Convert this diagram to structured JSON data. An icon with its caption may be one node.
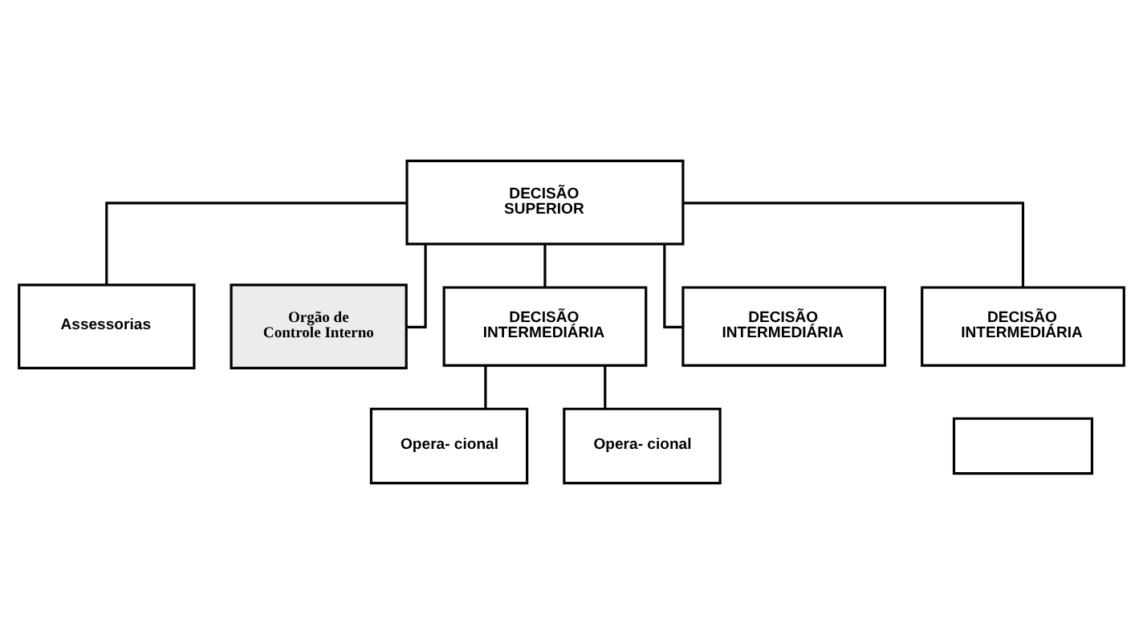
{
  "diagram": {
    "nodes": [
      {
        "text": [
          "DECISÃO SUPERIOR"
        ]
      },
      {
        "text": [
          "Assessorias"
        ]
      },
      {
        "text": [
          "Orgão de Controle Interno"
        ]
      },
      {
        "text": [
          "DECISÃO INTERMEDIÁRIA"
        ]
      },
      {
        "text": [
          "DECISÃO INTERMEDIÁRIA"
        ]
      },
      {
        "text": [
          "DECISÃO INTERMEDIÁRIA"
        ]
      },
      {
        "text": [
          "Opera- cional"
        ]
      },
      {
        "text": [
          "Opera- cional"
        ]
      },
      {
        "text": [],
        "shape": "box"
      }
    ],
    "edges": [
      {
        "from": 0,
        "to": 1,
        "arrow": "none"
      },
      {
        "from": 0,
        "to": 2,
        "arrow": "none"
      },
      {
        "from": 0,
        "to": 3,
        "arrow": "none"
      },
      {
        "from": 0,
        "to": 4,
        "arrow": "none"
      },
      {
        "from": 0,
        "to": 5,
        "arrow": "none"
      },
      {
        "from": 3,
        "to": 6,
        "arrow": "none"
      },
      {
        "from": 3,
        "to": 7,
        "arrow": "none"
      }
    ]
  }
}
